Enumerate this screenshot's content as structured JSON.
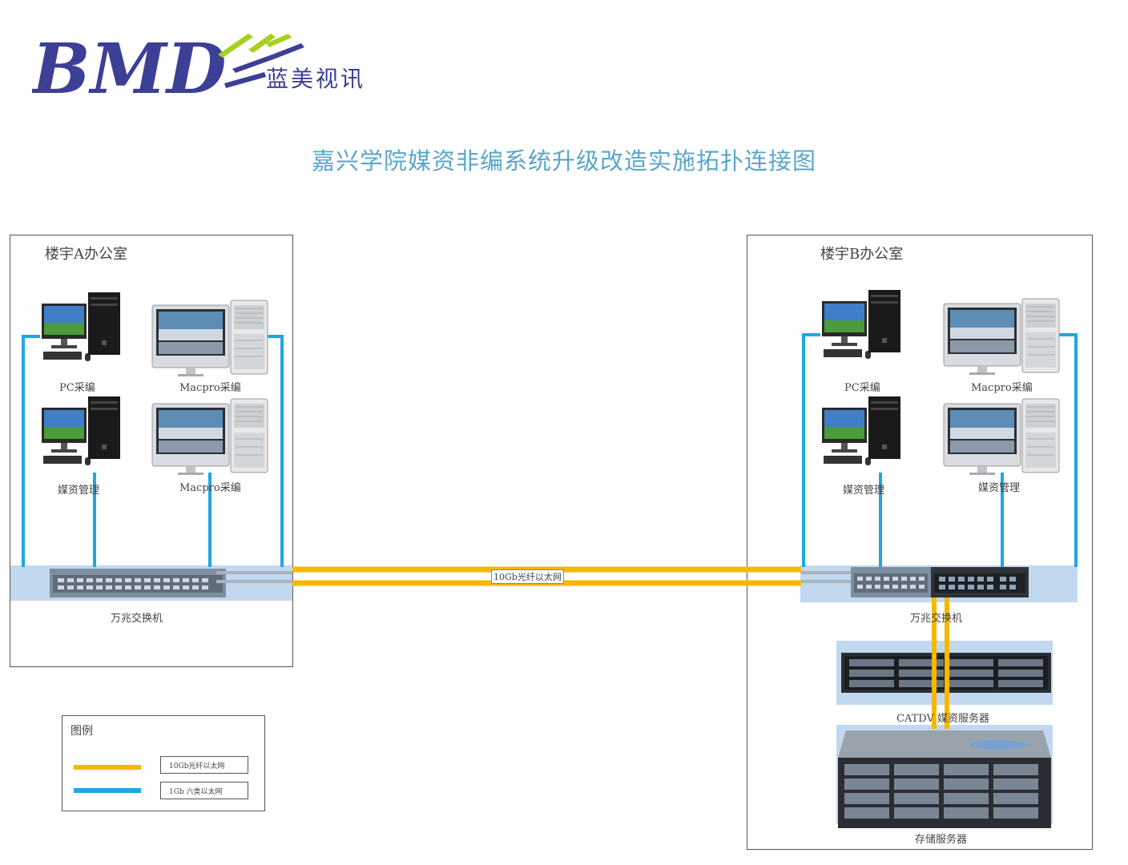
{
  "header": {
    "logo_text": "BMD",
    "brand_name": "蓝美视讯",
    "title": "嘉兴学院媒资非编系统升级改造实施拓扑连接图"
  },
  "building_a": {
    "label": "楼宇A办公室",
    "devices": [
      "PC采编",
      "Macpro采编",
      "媒资管理",
      "Macpro采编"
    ],
    "switch_label": "万兆交换机"
  },
  "building_b": {
    "label": "楼宇B办公室",
    "devices": [
      "PC采编",
      "Macpro采编",
      "媒资管理",
      "媒资管理"
    ],
    "switch_label": "万兆交换机",
    "server_label": "CATDV 媒资服务器",
    "storage_label": "存储服务器"
  },
  "link": {
    "label": "10Gb光纤以太网"
  },
  "legend": {
    "title": "图例",
    "items": [
      {
        "label": "10Gb光纤以太网",
        "color": "#f5b800"
      },
      {
        "label": "1Gb 六类以太网",
        "color": "#1ea7e1"
      }
    ]
  },
  "colors": {
    "fiber": "#f5b800",
    "copper": "#1ea7e1",
    "title": "#5aa6c8",
    "brand": "#3b3f96",
    "brand_accent": "#a6d21e"
  }
}
